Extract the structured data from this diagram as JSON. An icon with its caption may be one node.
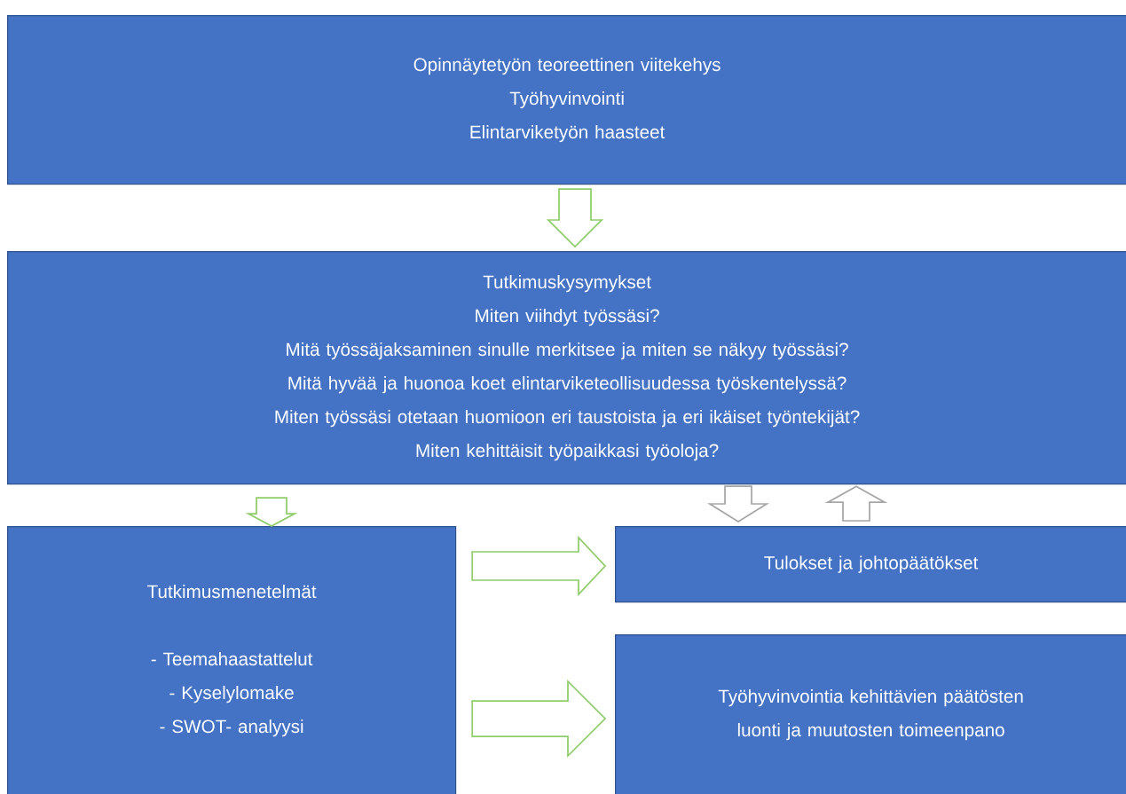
{
  "diagram": {
    "nodes": [
      {
        "text": [
          "Opinnäytetyön teoreettinen viitekehys",
          "Työhyvinvointi",
          "Elintarviketyön haasteet"
        ]
      },
      {
        "text": [
          "Tutkimuskysymykset",
          "Miten viihdyt työssäsi?",
          "Mitä työssäjaksaminen sinulle merkitsee ja miten se näkyy työssäsi?",
          "Mitä hyvää ja huonoa koet elintarviketeollisuudessa työskentelyssä?",
          "Miten työssäsi otetaan huomioon eri taustoista ja eri ikäiset työntekijät?",
          "Miten kehittäisit työpaikkasi työoloja?"
        ]
      },
      {
        "text": [
          "Tutkimusmenetelmät",
          "- Teemahaastattelut",
          "- Kyselylomake",
          "- SWOT- analyysi"
        ]
      },
      {
        "text": [
          "Tulokset ja johtopäätökset"
        ]
      },
      {
        "text": [
          "Työhyvinvointia kehittävien päätösten luonti ja muutosten toimeenpano"
        ]
      }
    ],
    "edges": [
      {
        "from": 0,
        "to": 1,
        "arrow": "to"
      },
      {
        "from": 1,
        "to": 2,
        "arrow": "to"
      },
      {
        "from": 1,
        "to": 3,
        "arrow": "to",
        "color": "#a6a6a6"
      },
      {
        "from": 3,
        "to": 1,
        "arrow": "to",
        "color": "#a6a6a6"
      },
      {
        "from": 2,
        "to": 3,
        "arrow": "to"
      },
      {
        "from": 2,
        "to": 4,
        "arrow": "to"
      }
    ]
  }
}
